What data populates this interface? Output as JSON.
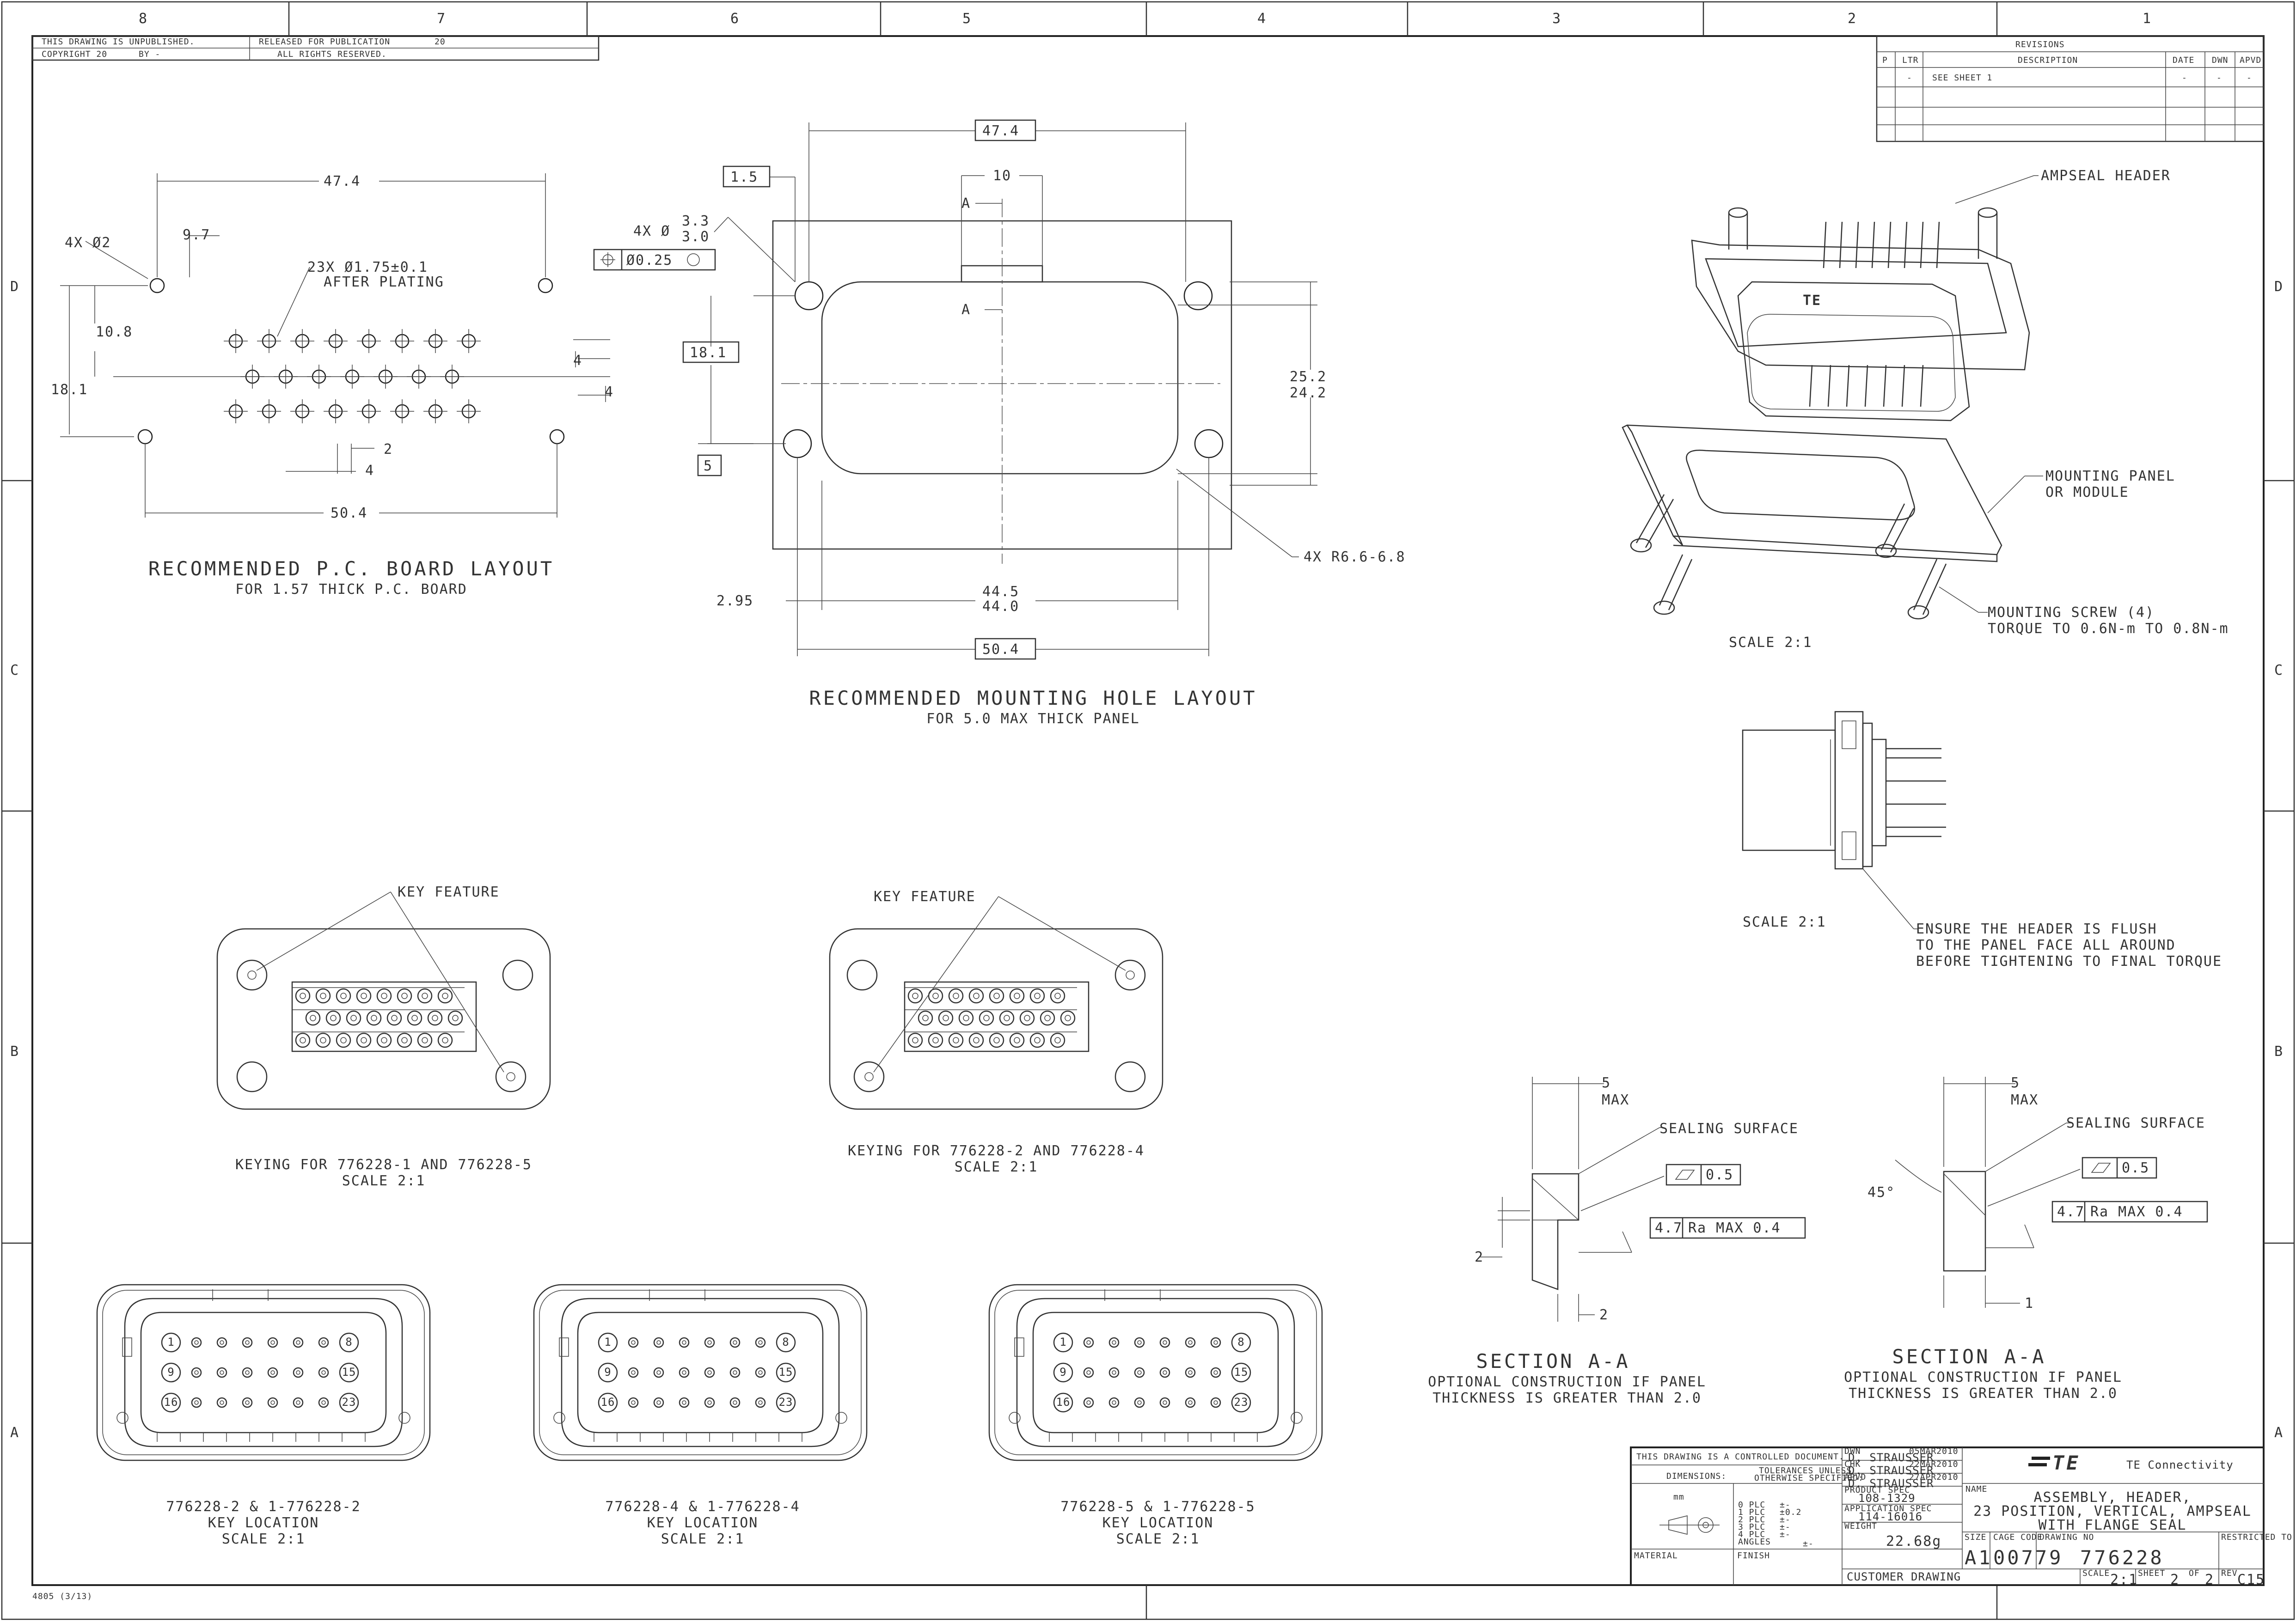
{
  "frame": {
    "zone_columns": [
      "8",
      "7",
      "6",
      "5",
      "4",
      "3",
      "2",
      "1"
    ],
    "zone_rows": [
      "D",
      "C",
      "B",
      "A"
    ],
    "form_number": "4805 (3/13)",
    "header_left": [
      "THIS DRAWING IS UNPUBLISHED.",
      "COPYRIGHT 20",
      "BY -"
    ],
    "header_right": [
      "RELEASED FOR PUBLICATION",
      "ALL RIGHTS RESERVED.",
      "20"
    ]
  },
  "revisions": {
    "title": "REVISIONS",
    "columns": [
      "P",
      "LTR",
      "DESCRIPTION",
      "DATE",
      "DWN",
      "APVD"
    ],
    "row": [
      "-",
      "SEE SHEET 1",
      "-",
      "-",
      "-"
    ]
  },
  "pcb_layout": {
    "title": "RECOMMENDED P.C. BOARD LAYOUT",
    "subtitle": "FOR 1.57 THICK P.C. BOARD",
    "dims": {
      "width_top": "47.4",
      "mount_holes": "4X Ø2",
      "offset": "9.7",
      "pin_holes_1": "23X Ø1.75±0.1",
      "pin_holes_2": "AFTER PLATING",
      "row_dist": "10.8",
      "total_height": "18.1",
      "row_pitch_1": "4",
      "row_pitch_2": "4",
      "col_offset": "2",
      "col_pitch": "4",
      "width_bottom": "50.4"
    }
  },
  "mounting_layout": {
    "title": "RECOMMENDED MOUNTING HOLE LAYOUT",
    "subtitle": "FOR 5.0 MAX THICK PANEL",
    "dims": {
      "width_top": "47.4",
      "hole_offset": "1.5",
      "holes_1": "4X Ø",
      "holes_2": "3.3",
      "holes_3": "3.0",
      "tolerance": "Ø0.25",
      "height_box": "18.1",
      "vert_offset": "5",
      "key_width": "10",
      "section_label": "A",
      "height_1": "25.2",
      "height_2": "24.2",
      "radius": "4X R6.6-6.8",
      "edge": "2.95",
      "width_mid_1": "44.5",
      "width_mid_2": "44.0",
      "width_bottom": "50.4"
    }
  },
  "iso_view": {
    "scale": "SCALE 2:1",
    "callouts": [
      "AMPSEAL HEADER",
      "MOUNTING PANEL",
      "OR MODULE",
      "MOUNTING SCREW (4)",
      "TORQUE TO 0.6N-m TO 0.8N-m"
    ]
  },
  "side_view": {
    "scale": "SCALE 2:1",
    "notes": [
      "ENSURE THE HEADER IS FLUSH",
      "TO THE PANEL FACE ALL AROUND",
      "BEFORE TIGHTENING TO FINAL TORQUE"
    ]
  },
  "keying": [
    {
      "title": "KEYING FOR 776228-1 AND 776228-5",
      "scale": "SCALE 2:1",
      "feature": "KEY FEATURE"
    },
    {
      "title": "KEYING FOR 776228-2 AND 776228-4",
      "scale": "SCALE 2:1",
      "feature": "KEY FEATURE"
    }
  ],
  "sections": [
    {
      "title": "SECTION A-A",
      "note_1": "OPTIONAL CONSTRUCTION IF PANEL",
      "note_2": "THICKNESS IS GREATER THAN 2.0",
      "max_1": "5",
      "max_2": "MAX",
      "surface": "SEALING SURFACE",
      "flatness": "0.5",
      "rough_1": "4.7",
      "rough_2": "Ra MAX 0.4",
      "d1": "2",
      "d2": "2"
    },
    {
      "title": "SECTION A-A",
      "note_1": "OPTIONAL CONSTRUCTION IF PANEL",
      "note_2": "THICKNESS IS GREATER THAN 2.0",
      "max_1": "5",
      "max_2": "MAX",
      "surface": "SEALING SURFACE",
      "flatness": "0.5",
      "rough_1": "4.7",
      "rough_2": "Ra MAX 0.4",
      "angle": "45°",
      "d1": "1"
    }
  ],
  "key_locations": [
    {
      "part": "776228-2 & 1-776228-2",
      "label": "KEY LOCATION",
      "scale": "SCALE 2:1",
      "pins": [
        "1",
        "8",
        "9",
        "15",
        "16",
        "23"
      ]
    },
    {
      "part": "776228-4 & 1-776228-4",
      "label": "KEY LOCATION",
      "scale": "SCALE 2:1",
      "pins": [
        "1",
        "8",
        "9",
        "15",
        "16",
        "23"
      ]
    },
    {
      "part": "776228-5 & 1-776228-5",
      "label": "KEY LOCATION",
      "scale": "SCALE 2:1",
      "pins": [
        "1",
        "8",
        "9",
        "15",
        "16",
        "23"
      ]
    }
  ],
  "title_block": {
    "controlled": "THIS DRAWING IS A CONTROLLED DOCUMENT.",
    "dimensions_label": "DIMENSIONS:",
    "units": "mm",
    "tolerances_1": "TOLERANCES UNLESS",
    "tolerances_2": "OTHERWISE SPECIFIED:",
    "tol_rows": [
      "0 PLC",
      "1 PLC",
      "2 PLC",
      "3 PLC",
      "4 PLC",
      "ANGLES"
    ],
    "tol_values": [
      "±-",
      "±0.2",
      "±-",
      "±-",
      "±-",
      "±-"
    ],
    "material": "MATERIAL",
    "finish": "FINISH",
    "dwn_label": "DWN",
    "dwn_name": "D. STRAUSSER",
    "dwn_date": "05MAR2010",
    "chk_label": "CHK",
    "chk_name": "D. STRAUSSER",
    "chk_date": "22MAR2010",
    "apvd_label": "APVD",
    "apvd_name": "D. STRAUSSER",
    "apvd_date": "27APR2010",
    "product_spec_label": "PRODUCT SPEC",
    "product_spec": "108-1329",
    "application_spec_label": "APPLICATION SPEC",
    "application_spec": "114-16016",
    "weight_label": "WEIGHT",
    "weight": "22.68g",
    "company": "TE Connectivity",
    "logo": "TE",
    "name_label": "NAME",
    "name_1": "ASSEMBLY, HEADER,",
    "name_2": "23 POSITION, VERTICAL, AMPSEAL",
    "name_3": "WITH FLANGE SEAL",
    "size_label": "SIZE",
    "size": "A1",
    "cage_label": "CAGE CODE",
    "cage": "00779",
    "drawing_label": "DRAWING NO",
    "drawing": "776228",
    "restricted_label": "RESTRICTED TO",
    "customer": "CUSTOMER DRAWING",
    "scale_label": "SCALE",
    "scale": "2:1",
    "sheet_label": "SHEET",
    "sheet": "2",
    "of_label": "OF",
    "of": "2",
    "rev_label": "REV",
    "rev": "C15"
  }
}
